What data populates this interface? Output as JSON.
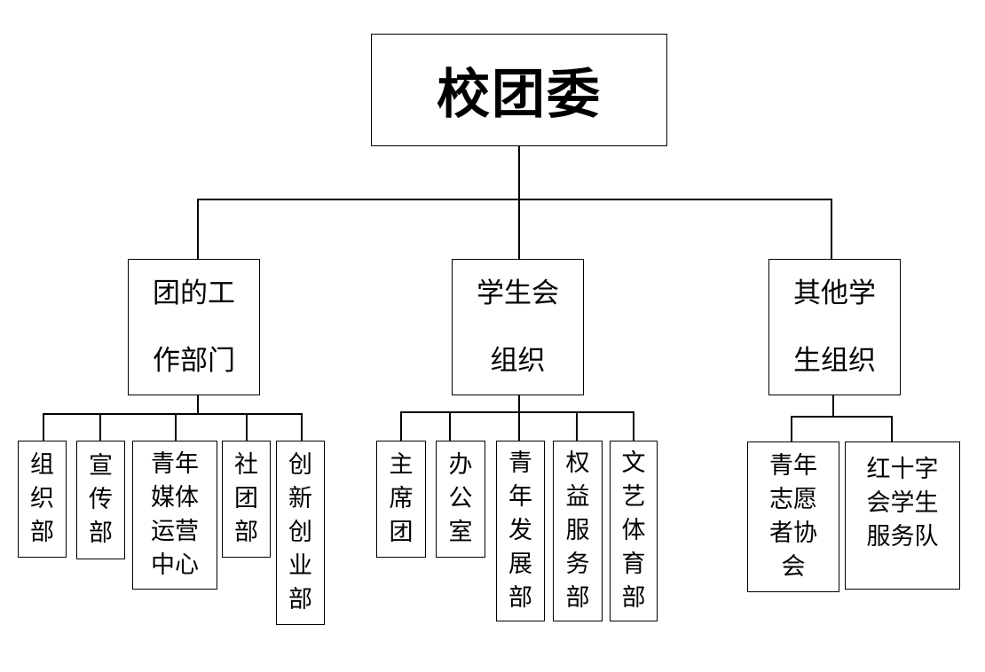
{
  "root": {
    "label": "校团委"
  },
  "groups": [
    {
      "label": "团的工\n作部门",
      "children": [
        "组\n织\n部",
        "宣\n传\n部",
        "青年\n媒体\n运营\n中心",
        "社\n团\n部",
        "创\n新\n创\n业\n部"
      ]
    },
    {
      "label": "学生会\n组织",
      "children": [
        "主\n席\n团",
        "办\n公\n室",
        "青\n年\n发\n展\n部",
        "权\n益\n服\n务\n部",
        "文\n艺\n体\n育\n部"
      ]
    },
    {
      "label": "其他学\n生组织",
      "children": [
        "青年\n志愿\n者协\n会",
        "红十字\n会学生\n服务队"
      ]
    }
  ]
}
